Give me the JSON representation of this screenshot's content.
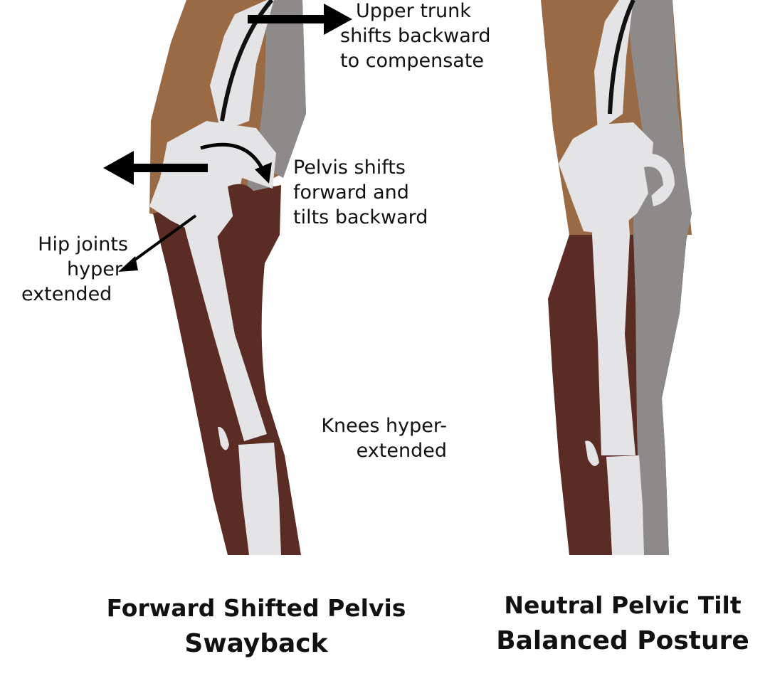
{
  "colors": {
    "skin_upper": "#9a6a45",
    "skin_lower": "#5b2c24",
    "shadow": "#8e8a89",
    "bone": "#e4e4e6",
    "spine_line": "#111111",
    "arrow": "#000000",
    "text": "#111111"
  },
  "annotations": {
    "upper_trunk": [
      "Upper trunk",
      "shifts backward",
      "to compensate"
    ],
    "pelvis": [
      "Pelvis shifts",
      "forward and",
      "tilts backward"
    ],
    "hip": [
      "Hip joints",
      "hyper-",
      "extended"
    ],
    "knees": [
      "Knees hyper-",
      "extended"
    ]
  },
  "captions": {
    "left": [
      "Forward Shifted Pelvis",
      "Swayback"
    ],
    "right": [
      "Neutral Pelvic Tilt",
      "Balanced Posture"
    ]
  }
}
